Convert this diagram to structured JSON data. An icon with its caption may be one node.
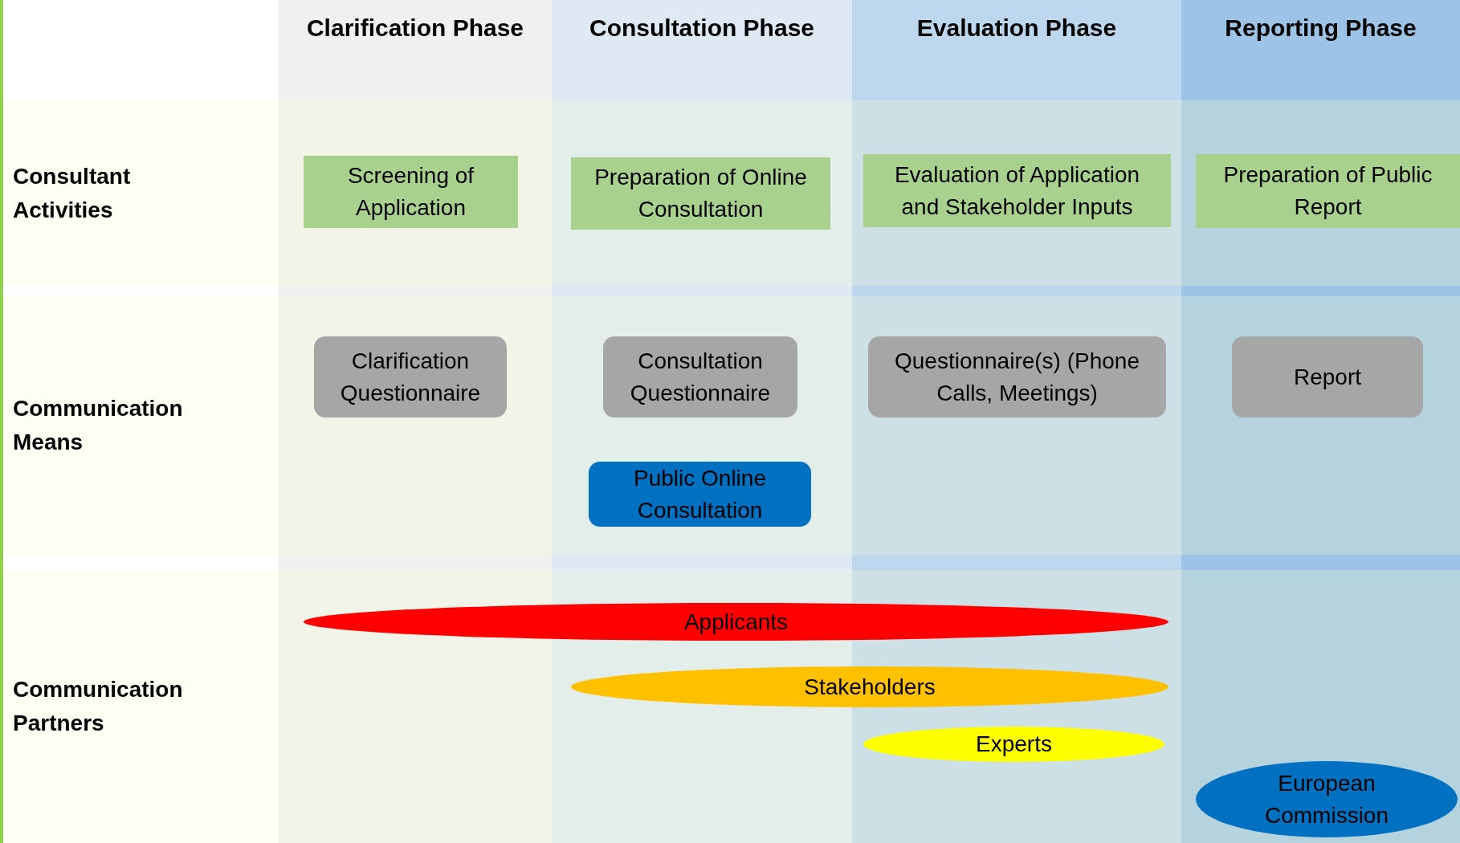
{
  "diagram": {
    "nodes": [
      {
        "text": [
          "Screening of Application"
        ]
      },
      {
        "text": [
          "Preparation of Online Consultation"
        ]
      },
      {
        "text": [
          "Evaluation of Application and Stakeholder Inputs"
        ]
      },
      {
        "text": [
          "Preparation of Public Report"
        ]
      },
      {
        "text": [
          "Clarification Questionnaire"
        ]
      },
      {
        "text": [
          "Consultation Questionnaire"
        ]
      },
      {
        "text": [
          "Questionnaire(s) (Phone Calls, Meetings)"
        ]
      },
      {
        "text": [
          "Report"
        ]
      },
      {
        "text": [
          "Public Online Consultation"
        ]
      },
      {
        "text": [
          "Applicants"
        ]
      },
      {
        "text": [
          "Stakeholders"
        ]
      },
      {
        "text": [
          "Experts"
        ]
      },
      {
        "text": [
          "European Commission"
        ]
      }
    ],
    "labels": [
      "Clarification Phase",
      "Consultation Phase",
      "Evaluation Phase",
      "Reporting Phase",
      "Consultant Activities",
      "Communication Means",
      "Communication Partners"
    ]
  }
}
